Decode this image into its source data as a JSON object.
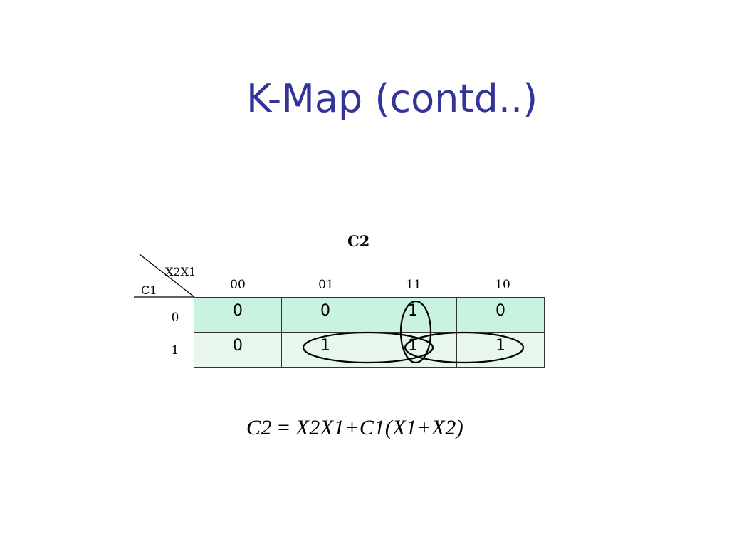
{
  "title": "K-Map (contd..)",
  "kmap": {
    "map_name": "C2",
    "column_variables": "X2X1",
    "row_variable": "C1",
    "column_labels": [
      "00",
      "01",
      "11",
      "10"
    ],
    "row_labels": [
      "0",
      "1"
    ],
    "rows": [
      [
        "0",
        "0",
        "1",
        "0"
      ],
      [
        "0",
        "1",
        "1",
        "1"
      ]
    ],
    "groupings": [
      {
        "cells": [
          [
            0,
            2
          ],
          [
            1,
            2
          ]
        ],
        "shape": "vertical-ellipse"
      },
      {
        "cells": [
          [
            1,
            1
          ],
          [
            1,
            2
          ]
        ],
        "shape": "horizontal-ellipse"
      },
      {
        "cells": [
          [
            1,
            2
          ],
          [
            1,
            3
          ]
        ],
        "shape": "horizontal-ellipse"
      }
    ]
  },
  "equation": {
    "lhs": "C2",
    "equals": "=",
    "rhs": "X2X1+C1(X1+X2)"
  }
}
